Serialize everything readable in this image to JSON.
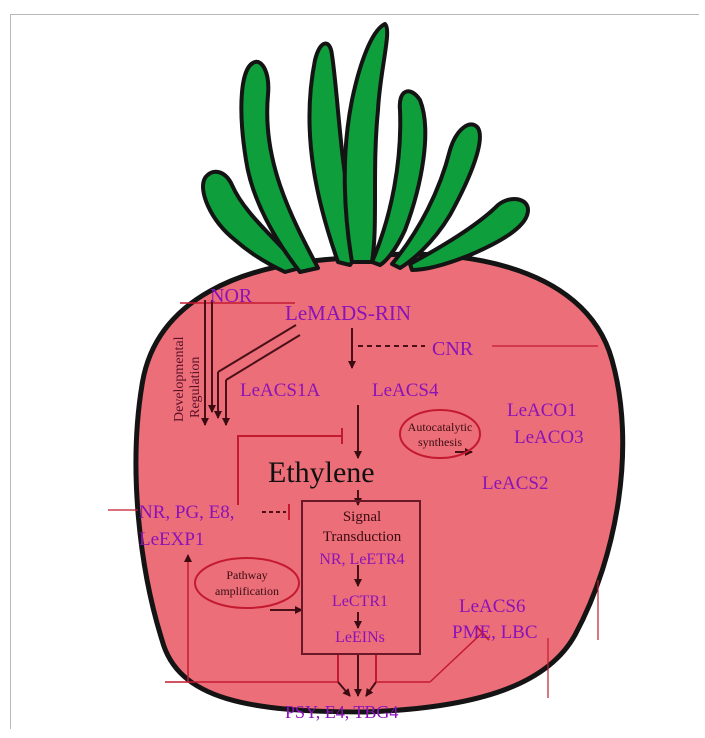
{
  "colors": {
    "fruit_fill": "#ec6e78",
    "fruit_outline": "#141414",
    "leaf_fill": "#0e9e3c",
    "label_text": "#8a12b8",
    "arrow_line": "#4a1018",
    "inhibit_line": "#c41a30",
    "frame_line": "#b8b8b8"
  },
  "labels": {
    "nor": "NOR",
    "lemads_rin": "LeMADS-RIN",
    "cnr": "CNR",
    "developmental": "Developmental",
    "regulation": "Regulation",
    "leacs1a": "LeACS1A",
    "leacs4": "LeACS4",
    "leaco1": "LeACO1",
    "leaco3": "LeACO3",
    "leacs2": "LeACS2",
    "ethylene": "Ethylene",
    "nr_pg_e8": "NR, PG, E8,",
    "leexp1": "LeEXP1",
    "leacs6": "LeACS6",
    "pme_lbc": "PME, LBC",
    "psy_e4_tbg4": "PSY, E4, TBG4"
  },
  "signal_box": {
    "title_line1": "Signal",
    "title_line2": "Transduction",
    "step1": "NR, LeETR4",
    "step2": "LeCTR1",
    "step3": "LeEINs"
  },
  "ellipses": {
    "autocatalytic_line1": "Autocatalytic",
    "autocatalytic_line2": "synthesis",
    "pathway_line1": "Pathway",
    "pathway_line2": "amplification"
  }
}
